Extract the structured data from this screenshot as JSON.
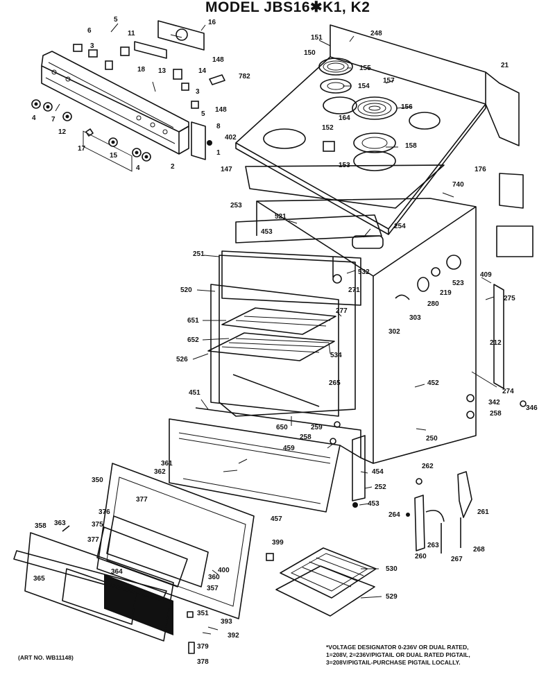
{
  "title": "MODEL JBS16✱K1, K2",
  "art_number": "(ART NO. WB11148)",
  "footnote": {
    "line1": "*VOLTAGE DESIGNATOR 0-236V OR DUAL RATED,",
    "line2": "1=208V, 2=236V/PIGTAIL OR DUAL RATED PIGTAIL,",
    "line3": "3=208V/PIGTAIL-PURCHASE PIGTAIL LOCALLY."
  },
  "callouts": {
    "c5a": "5",
    "c6": "6",
    "c11": "11",
    "c16": "16",
    "c3a": "3",
    "c148a": "148",
    "c18": "18",
    "c13": "13",
    "c14": "14",
    "c782": "782",
    "c3b": "3",
    "c148b": "148",
    "c5b": "5",
    "c4a": "4",
    "c7": "7",
    "c12": "12",
    "c17": "17",
    "c8": "8",
    "c402": "402",
    "c1": "1",
    "c15": "15",
    "c4b": "4",
    "c2": "2",
    "c147": "147",
    "c151": "151",
    "c248": "248",
    "c150": "150",
    "c155": "155",
    "c154": "154",
    "c157": "157",
    "c21": "21",
    "c156": "156",
    "c164": "164",
    "c152": "152",
    "c158": "158",
    "c153": "153",
    "c176": "176",
    "c740": "740",
    "c253": "253",
    "c521": "521",
    "c254": "254",
    "c453a": "453",
    "c409": "409",
    "c251": "251",
    "c532": "532",
    "c523": "523",
    "c271": "271",
    "c219": "219",
    "c520": "520",
    "c280": "280",
    "c275": "275",
    "c277": "277",
    "c303": "303",
    "c651": "651",
    "c302": "302",
    "c652": "652",
    "c212": "212",
    "c534": "534",
    "c526": "526",
    "c265": "265",
    "c452": "452",
    "c451": "451",
    "c274": "274",
    "c342": "342",
    "c346": "346",
    "c258a": "258",
    "c650": "650",
    "c259": "259",
    "c250": "250",
    "c258b": "258",
    "c361": "361",
    "c459": "459",
    "c362": "362",
    "c262": "262",
    "c454": "454",
    "c350": "350",
    "c252": "252",
    "c377a": "377",
    "c261": "261",
    "c453b": "453",
    "c376": "376",
    "c264": "264",
    "c457": "457",
    "c358": "358",
    "c363": "363",
    "c375": "375",
    "c263": "263",
    "c377b": "377",
    "c260": "260",
    "c267": "267",
    "c268": "268",
    "c399": "399",
    "c364": "364",
    "c400": "400",
    "c530": "530",
    "c365": "365",
    "c360": "360",
    "c357": "357",
    "c529": "529",
    "c351": "351",
    "c393": "393",
    "c392": "392",
    "c379": "379",
    "c378": "378"
  }
}
